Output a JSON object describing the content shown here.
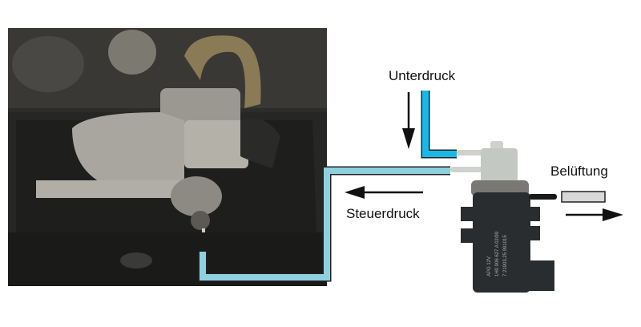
{
  "labels": {
    "vacuum": "Unterdruck",
    "control_pressure": "Steuerdruck",
    "venting": "Belüftung"
  },
  "valve_print": {
    "line1": "APG 12V",
    "line2": "1H0 906 627 A 02/99",
    "line3": "7 21903.25 991015"
  },
  "colors": {
    "vacuum_line": "#19b8e6",
    "control_line": "#8fd0e0",
    "vent_line": "#d8d8d8"
  }
}
